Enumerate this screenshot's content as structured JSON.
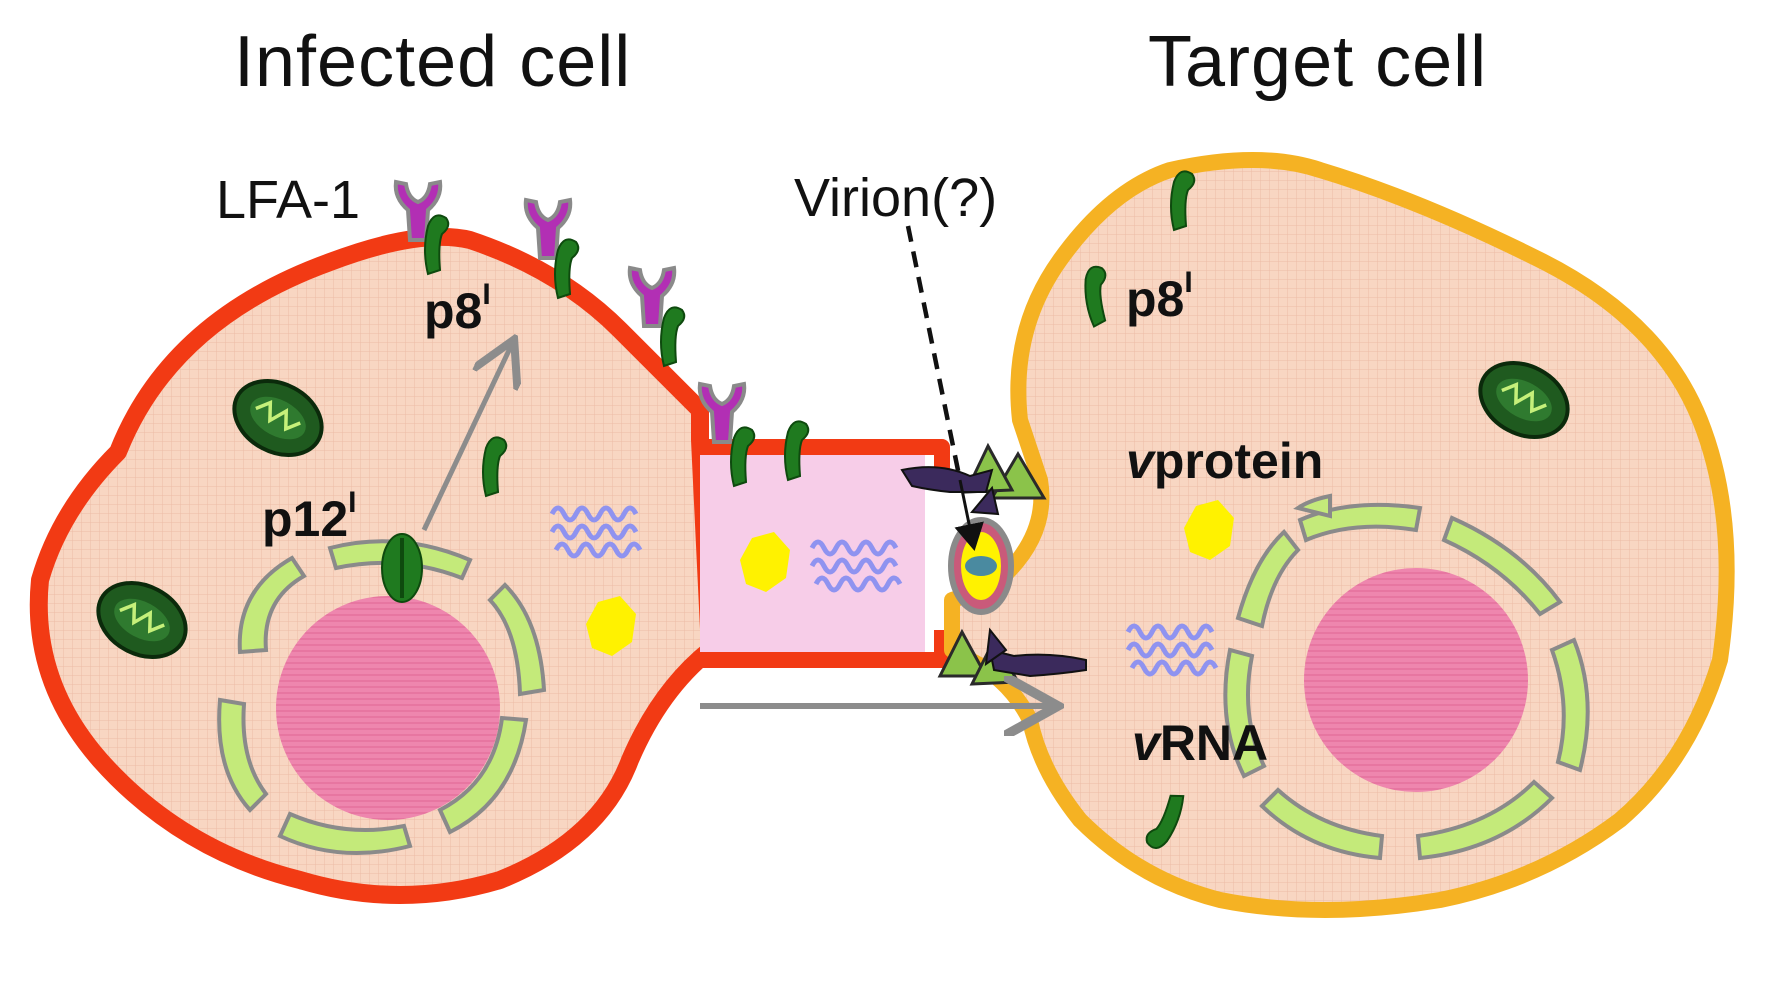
{
  "titles": {
    "infected": "Infected cell",
    "target": "Target cell"
  },
  "labels": {
    "lfa1": "LFA-1",
    "p8_infected": "p8",
    "p8_infected_sup": "I",
    "p12": "p12",
    "p12_sup": "I",
    "virion": "Virion(?)",
    "p8_target": "p8",
    "p8_target_sup": "I",
    "vprotein_prefix": "v",
    "vprotein_rest": "protein",
    "vrna_prefix": "v",
    "vrna_rest": "RNA"
  },
  "colors": {
    "infected_membrane": "#f23a14",
    "target_membrane": "#f5b223",
    "cytoplasm": "#f8d4bf",
    "conduit": "#f7cde8",
    "nucleus": "#ee7fa9",
    "er": "#c4ea7a",
    "mitochondrion": "#1f5a1f",
    "p8_protein": "#1f7a1f",
    "lfa1": "#b22fb4",
    "rna": "#8f93f0",
    "protein_blob": "#fff200",
    "arrow": "#8c8c8c"
  }
}
